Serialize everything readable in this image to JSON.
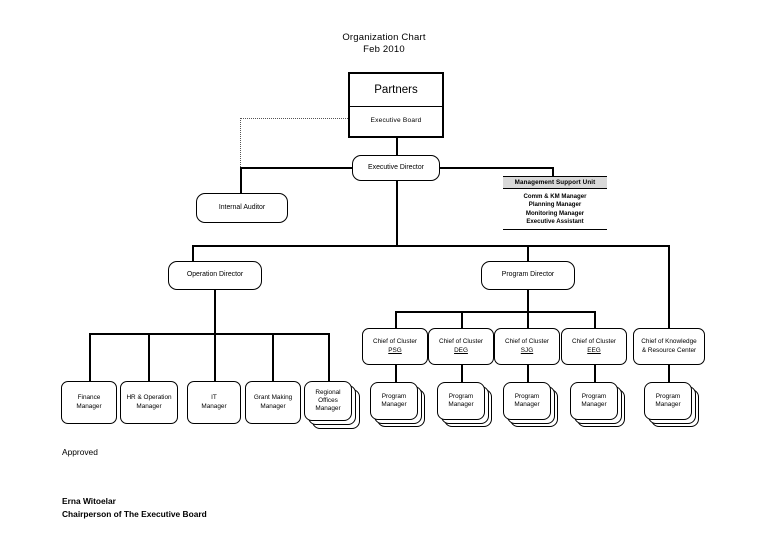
{
  "document": {
    "title_line1": "Organization Chart",
    "title_line2": "Feb 2010"
  },
  "nodes": {
    "partners": {
      "title": "Partners",
      "subtitle": "Executive Board"
    },
    "executive_director": "Executive Director",
    "internal_auditor": "Internal Auditor",
    "management_support_unit": {
      "header": "Management Support Unit",
      "members": [
        "Comm & KM Manager",
        "Planning Manager",
        "Monitoring Manager",
        "Executive Assistant"
      ]
    },
    "operation_director": "Operation Director",
    "program_director": "Program Director",
    "operation_children": [
      {
        "line1": "Finance",
        "line2": "Manager"
      },
      {
        "line1": "HR & Operation",
        "line2": "Manager"
      },
      {
        "line1": "IT",
        "line2": "Manager"
      },
      {
        "line1": "Grant Making",
        "line2": "Manager"
      },
      {
        "line1": "Regional",
        "line2": "Offices",
        "line3": "Manager"
      }
    ],
    "cluster_chiefs": [
      {
        "line1": "Chief of Cluster",
        "code": "PSG"
      },
      {
        "line1": "Chief of Cluster",
        "code": "DEG"
      },
      {
        "line1": "Chief of Cluster",
        "code": "SJG"
      },
      {
        "line1": "Chief of Cluster",
        "code": "EEG"
      }
    ],
    "knowledge_center": {
      "line1": "Chief of Knowledge",
      "line2": "& Resource Center"
    },
    "program_managers": [
      {
        "line1": "Program",
        "line2": "Manager"
      },
      {
        "line1": "Program",
        "line2": "Manager"
      },
      {
        "line1": "Program",
        "line2": "Manager"
      },
      {
        "line1": "Program",
        "line2": "Manager"
      },
      {
        "line1": "Program",
        "line2": "Manager"
      }
    ]
  },
  "footer": {
    "approved": "Approved",
    "name": "Erna Witoelar",
    "role": "Chairperson of The Executive Board"
  },
  "colors": {
    "line": "#000000",
    "msu_header_bg": "#d9d9d9",
    "background": "#ffffff"
  }
}
